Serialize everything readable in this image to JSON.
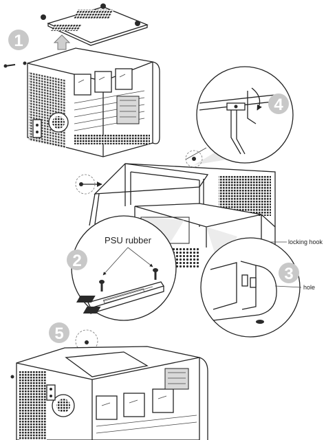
{
  "steps": [
    "1",
    "2",
    "3",
    "4",
    "5"
  ],
  "labels": {
    "psu_rubber": "PSU rubber",
    "locking_hook": "locking hook",
    "hole": "hole"
  },
  "colors": {
    "step_badge": "#c8c8c8",
    "line": "#222222",
    "mesh": "#2a2a2a"
  }
}
